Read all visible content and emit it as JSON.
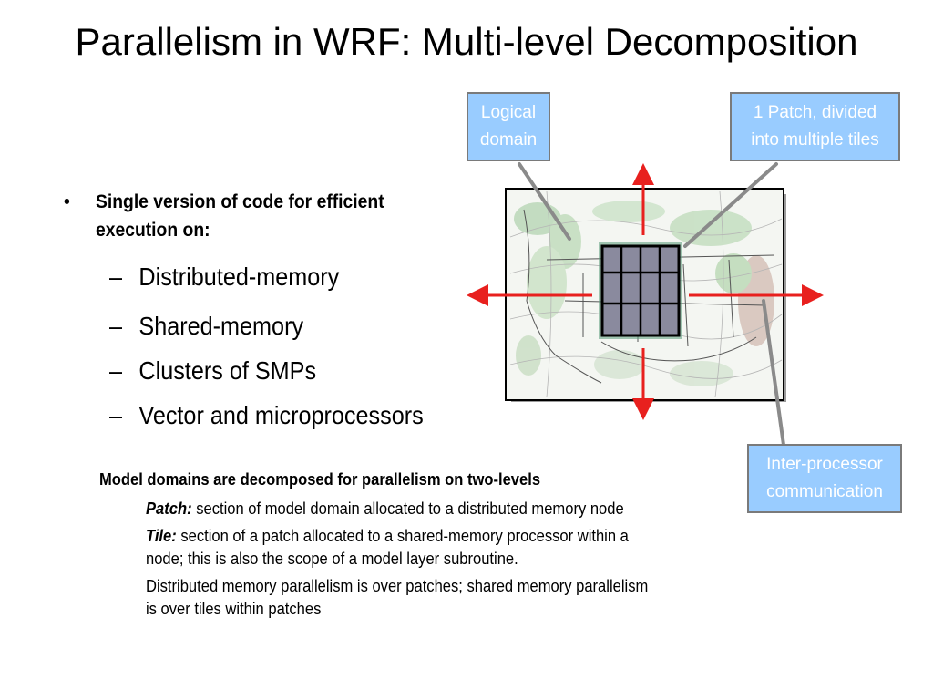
{
  "slide": {
    "title": "Parallelism in WRF: Multi-level Decomposition",
    "bullet": {
      "marker": "•",
      "text": "Single version of code for efficient execution on:"
    },
    "subbullets": [
      {
        "dash": "–",
        "text": "Distributed-memory"
      },
      {
        "dash": "–",
        "text": "Shared-memory"
      },
      {
        "dash": "–",
        "text": "Clusters of SMPs"
      },
      {
        "dash": "–",
        "text": "Vector and microprocessors"
      }
    ],
    "model": {
      "heading": "Model domains are decomposed for parallelism on two-levels",
      "patch_term": "Patch:",
      "patch_text": " section of model domain  allocated to a distributed memory  node",
      "tile_term": "Tile:",
      "tile_text": " section of a patch allocated to a shared-memory processor within a",
      "tile_text2": "node; this is also the scope of a model layer subroutine.",
      "summary1": "Distributed memory parallelism is over patches; shared memory parallelism",
      "summary2": "is over tiles within patches"
    }
  },
  "callouts": {
    "logical_domain": [
      "Logical",
      "domain"
    ],
    "patch": [
      "1 Patch, divided",
      "into multiple tiles"
    ],
    "interprocessor": [
      "Inter-processor",
      "communication"
    ]
  },
  "colors": {
    "callout_fill": "#99ccff",
    "callout_text": "#ffffff",
    "arrow": "#e8201e",
    "pointer": "#8a8a8a",
    "tile_fill": "#8a8a9e",
    "patch_halo": "#5a9a7a"
  },
  "icons": {
    "map": "north-america-map",
    "arrows": "exchange-arrows"
  }
}
